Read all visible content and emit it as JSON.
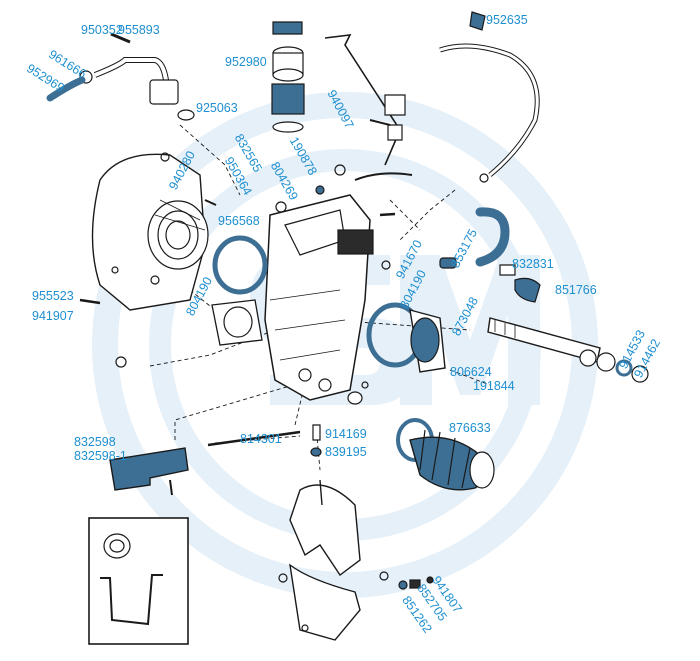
{
  "colors": {
    "part_label": "#1e8fd0",
    "watermark": "#e6f0f8",
    "highlight": "#3d6f95",
    "line_art": "#1a1a1a"
  },
  "parts": {
    "p950352": "950352",
    "p955893": "955893",
    "p961666": "961666",
    "p952969": "952969",
    "p952635": "952635",
    "p952980": "952980",
    "p925063": "925063",
    "p940097": "940097",
    "p940280": "940280",
    "p832565": "832565",
    "p950364": "950364",
    "p804269": "804269",
    "p190878": "190878",
    "p956568": "956568",
    "p853175": "853175",
    "p941670": "941670",
    "p832831": "832831",
    "p851766": "851766",
    "p955523": "955523",
    "p941907": "941907",
    "p804190a": "804190",
    "p804190b": "804190",
    "p873048": "873048",
    "p914533": "914533",
    "p914462": "914462",
    "p806624": "806624",
    "p191844": "191844",
    "p876633": "876633",
    "p832598": "832598",
    "p832598_1": "832598-1",
    "p814301": "814301",
    "p914169": "914169",
    "p839195": "839195",
    "p941807": "941807",
    "p852705": "852705",
    "p851262": "851262"
  }
}
